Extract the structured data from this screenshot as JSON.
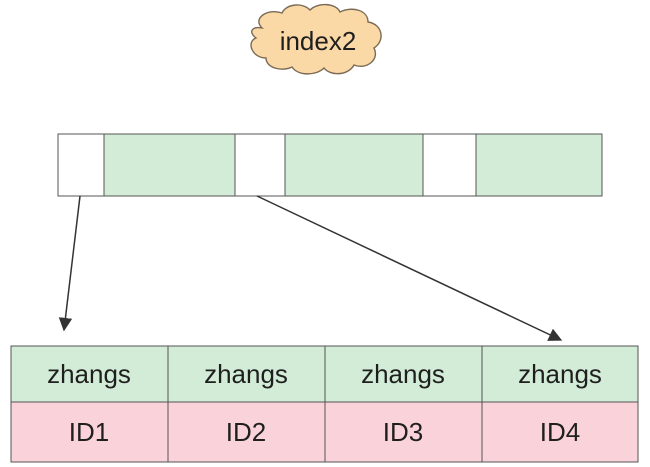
{
  "index_label": "index2",
  "colors": {
    "cloud_fill": "#fbd9a6",
    "cloud_stroke": "#7a6a55",
    "green_cell": "#d3ecd7",
    "white_cell": "#ffffff",
    "pink_cell": "#fad3da",
    "border": "#555555",
    "arrow": "#333333"
  },
  "index_page": {
    "slots": [
      "pointer",
      "key",
      "pointer",
      "key",
      "pointer",
      "key"
    ]
  },
  "leaf_table": {
    "names": [
      "zhangs",
      "zhangs",
      "zhangs",
      "zhangs"
    ],
    "ids": [
      "ID1",
      "ID2",
      "ID3",
      "ID4"
    ]
  }
}
